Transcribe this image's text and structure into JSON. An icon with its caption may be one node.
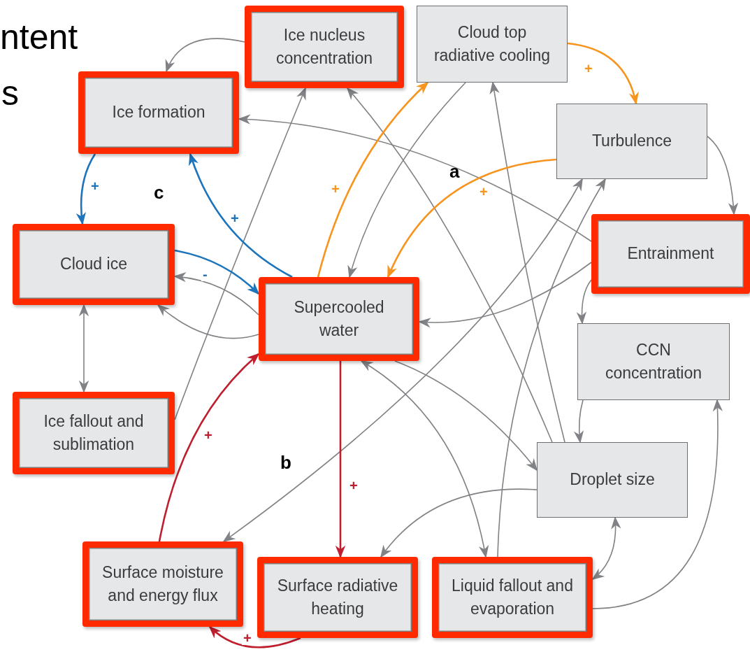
{
  "diagram": {
    "nodes": [
      {
        "text": [
          "Ice nucleus concentration"
        ]
      },
      {
        "text": [
          "Cloud top radiative cooling"
        ]
      },
      {
        "text": [
          "Ice formation"
        ]
      },
      {
        "text": [
          "Turbulence"
        ]
      },
      {
        "text": [
          "Cloud ice"
        ]
      },
      {
        "text": [
          "Entrainment"
        ]
      },
      {
        "text": [
          "Supercooled water"
        ]
      },
      {
        "text": [
          "CCN concentration"
        ]
      },
      {
        "text": [
          "Ice fallout and sublimation"
        ]
      },
      {
        "text": [
          "Droplet size"
        ]
      },
      {
        "text": [
          "Surface moisture and energy flux"
        ]
      },
      {
        "text": [
          "Surface radiative heating"
        ]
      },
      {
        "text": [
          "Liquid fallout and evaporation"
        ]
      }
    ],
    "edges": [
      {
        "from": 0,
        "to": 2,
        "arrow": "to"
      },
      {
        "from": 8,
        "to": 0,
        "arrow": "to"
      },
      {
        "from": 9,
        "to": 0,
        "arrow": "to"
      },
      {
        "from": 5,
        "to": 2,
        "arrow": "to"
      },
      {
        "from": 1,
        "to": 3,
        "arrow": "to",
        "label": "+",
        "color": "#f7941d"
      },
      {
        "from": 6,
        "to": 1,
        "arrow": "to",
        "label": "+",
        "color": "#f7941d"
      },
      {
        "from": 1,
        "to": 6,
        "arrow": "to"
      },
      {
        "from": 9,
        "to": 1,
        "arrow": "to"
      },
      {
        "from": 3,
        "to": 6,
        "arrow": "to",
        "label": "+",
        "color": "#f7941d"
      },
      {
        "from": 10,
        "to": 3,
        "arrow": "both"
      },
      {
        "from": 12,
        "to": 3,
        "arrow": "to"
      },
      {
        "from": 3,
        "to": 5,
        "arrow": "to"
      },
      {
        "from": 5,
        "to": 7,
        "arrow": "to"
      },
      {
        "from": 5,
        "to": 6,
        "arrow": "to"
      },
      {
        "from": 7,
        "to": 9,
        "arrow": "to"
      },
      {
        "from": 12,
        "to": 7,
        "arrow": "to"
      },
      {
        "from": 9,
        "to": 12,
        "arrow": "both"
      },
      {
        "from": 9,
        "to": 11,
        "arrow": "to"
      },
      {
        "from": 6,
        "to": 9,
        "arrow": "to"
      },
      {
        "from": 6,
        "to": 12,
        "arrow": "both"
      },
      {
        "from": 2,
        "to": 4,
        "arrow": "to",
        "label": "+",
        "color": "#1c75bc"
      },
      {
        "from": 6,
        "to": 2,
        "arrow": "to",
        "label": "+",
        "color": "#1c75bc"
      },
      {
        "from": 4,
        "to": 6,
        "arrow": "to",
        "label": "-",
        "color": "#1c75bc"
      },
      {
        "from": 6,
        "to": 4,
        "arrow": "to"
      },
      {
        "from": 6,
        "to": 4,
        "arrow": "to"
      },
      {
        "from": 4,
        "to": 8,
        "arrow": "both"
      },
      {
        "from": 10,
        "to": 6,
        "arrow": "to",
        "label": "+",
        "color": "#be1e2d"
      },
      {
        "from": 6,
        "to": 11,
        "arrow": "to",
        "label": "+",
        "color": "#be1e2d"
      },
      {
        "from": 11,
        "to": 10,
        "arrow": "to",
        "label": "+",
        "color": "#be1e2d"
      }
    ],
    "labels": [
      "ntent",
      "s",
      "a",
      "c",
      "b"
    ]
  }
}
